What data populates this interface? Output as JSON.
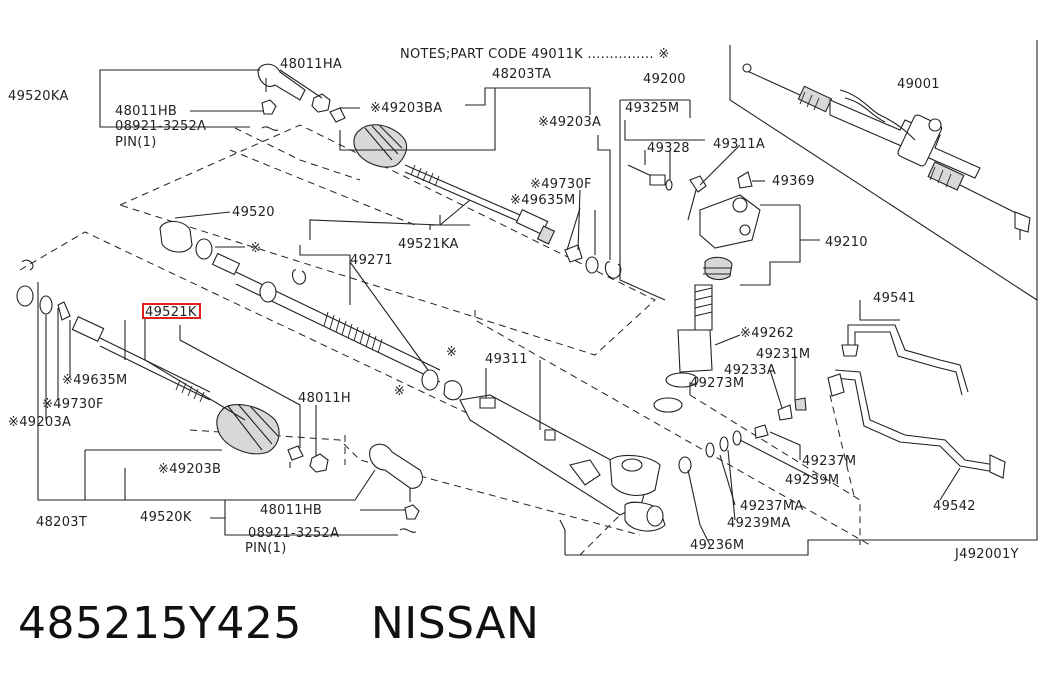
{
  "notes": "NOTES;PART CODE  49011K ............... ※",
  "diagram_code": "J492001Y",
  "footer": {
    "part_number": "485215Y425",
    "brand": "NISSAN"
  },
  "highlight_color": "#e02020",
  "labels": {
    "l_48011HA": "48011HA",
    "l_48203TA": "48203TA",
    "l_49520KA": "49520KA",
    "l_48011HB_top": "48011HB",
    "l_49203BA": "※49203BA",
    "l_08921_top": "08921-3252A",
    "l_pin_top": "PIN(1)",
    "l_49203A_top": "※49203A",
    "l_49200": "49200",
    "l_49325M": "49325M",
    "l_49001": "49001",
    "l_49328": "49328",
    "l_49311A": "49311A",
    "l_49730F_top": "※49730F",
    "l_49635M_top": "※49635M",
    "l_49369": "49369",
    "l_49520": "49520",
    "l_49521KA": "49521KA",
    "l_49210": "49210",
    "l_49271": "49271",
    "l_49541": "49541",
    "l_49521K": "49521K",
    "l_49262": "※49262",
    "l_49231M": "49231M",
    "l_49233A": "49233A",
    "l_49311": "49311",
    "l_49273M": "49273M",
    "l_49635M": "※49635M",
    "l_49730F": "※49730F",
    "l_49203A": "※49203A",
    "l_48011H": "48011H",
    "l_49237M": "49237M",
    "l_49239M": "49239M",
    "l_49203B": "※49203B",
    "l_49237MA": "49237MA",
    "l_49239MA": "49239MA",
    "l_49542": "49542",
    "l_48203T": "48203T",
    "l_49520K": "49520K",
    "l_48011HB": "48011HB",
    "l_08921": "08921-3252A",
    "l_pin": "PIN(1)",
    "l_49236M": "49236M",
    "star1": "※",
    "star2": "※",
    "star3": "※"
  }
}
